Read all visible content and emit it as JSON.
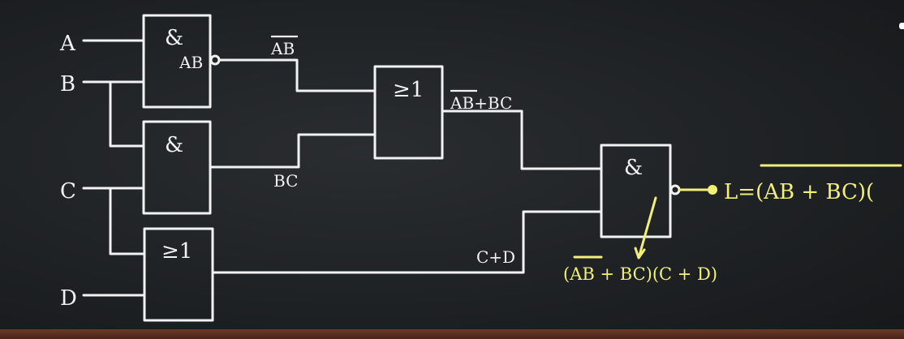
{
  "inputs": {
    "a": "A",
    "b": "B",
    "c": "C",
    "d": "D"
  },
  "gates": {
    "g1": {
      "symbol": "&",
      "inner_label": "AB"
    },
    "g2": {
      "symbol": "&"
    },
    "g3": {
      "symbol": "≥1"
    },
    "g4": {
      "symbol": "≥1"
    },
    "g5": {
      "symbol": "&"
    }
  },
  "signals": {
    "nand_out": "AB",
    "and_out": "BC",
    "or1_out": {
      "bar": "AB",
      "rest": "+BC"
    },
    "or2_out": "C+D"
  },
  "output": {
    "prefix": "L=",
    "bar_text": "(AB + BC)(",
    "color": "#f3f07a"
  },
  "annotation": {
    "open": "(",
    "bar": "AB",
    "rest": " + BC)(C + D)"
  }
}
